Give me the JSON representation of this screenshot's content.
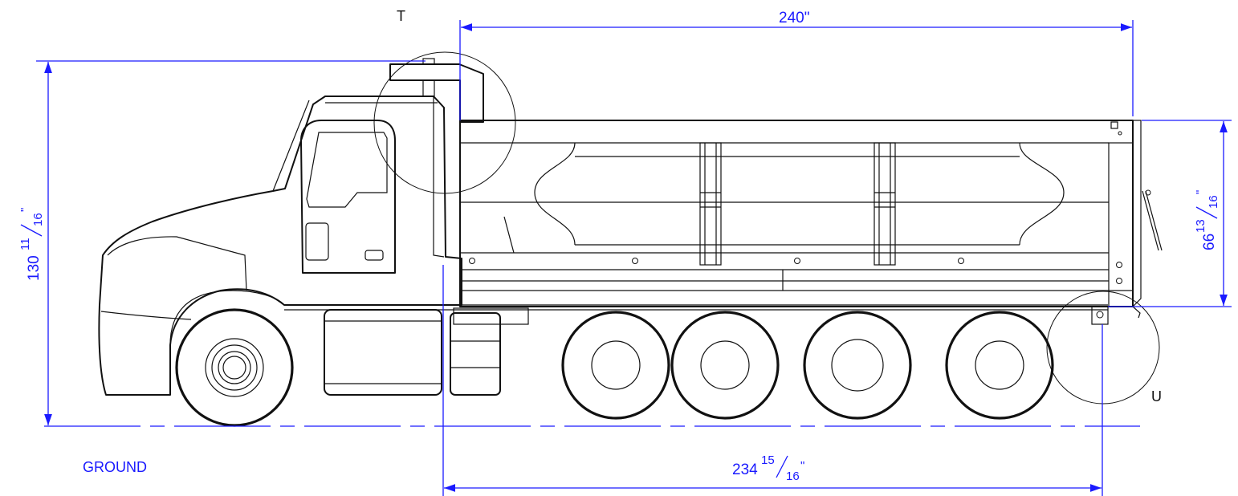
{
  "dimensions": {
    "body_length": {
      "text": "240\""
    },
    "overall_height": {
      "whole": "130",
      "num": "11",
      "den": "16",
      "unit": "\""
    },
    "body_height": {
      "whole": "66",
      "num": "13",
      "den": "16",
      "unit": "\""
    },
    "cab_to_axle": {
      "whole": "234",
      "num": "15",
      "den": "16",
      "unit": "\""
    }
  },
  "labels": {
    "ground": "GROUND",
    "detail_t": "T",
    "detail_u": "U"
  },
  "colors": {
    "dimension": "#1a1aff",
    "outline": "#111111"
  }
}
